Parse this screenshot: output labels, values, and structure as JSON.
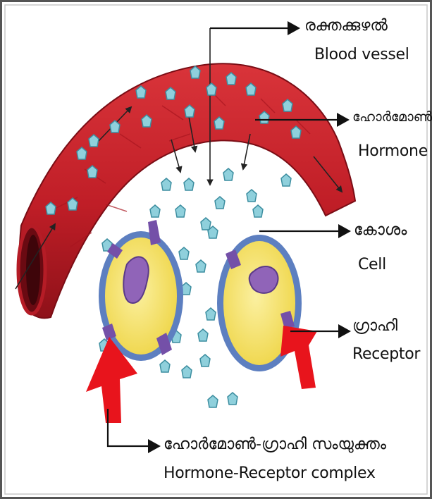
{
  "labels": {
    "blood_vessel_ml": "രക്തക്കുഴൽ",
    "blood_vessel_en": "Blood vessel",
    "hormone_ml": "ഹോർമോൺ",
    "hormone_en": "Hormone",
    "cell_ml": "കോശം",
    "cell_en": "Cell",
    "receptor_ml": "ഗ്രാഹി",
    "receptor_en": "Receptor",
    "complex_ml": "ഹോർമോൺ-ഗ്രാഹി സംയുക്തം",
    "complex_en": "Hormone-Receptor complex"
  },
  "colors": {
    "vessel_red": "#c8202a",
    "vessel_dark": "#8e1119",
    "hormone_cyan": "#8fd0dc",
    "cell_yellow": "#f5e06a",
    "membrane_blue": "#5d7fc0",
    "nucleus_purple": "#9064b8",
    "receptor_purple": "#7450a8",
    "pointer_red": "#e8141c"
  }
}
